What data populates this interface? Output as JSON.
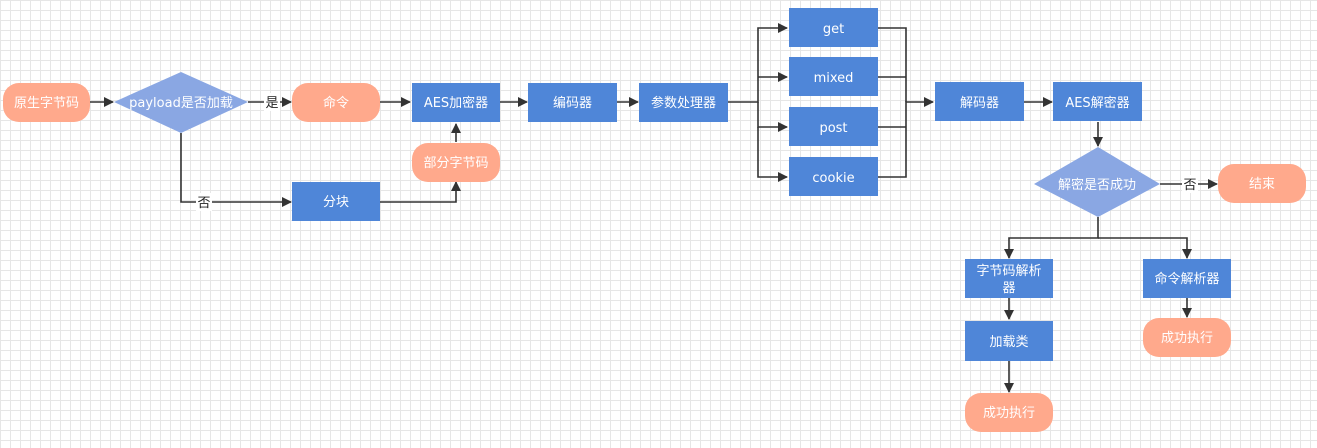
{
  "colors": {
    "process": "#4f86d8",
    "terminal": "#ffa98c",
    "decision": "#8aa7e3",
    "edge": "#333333",
    "text": "#ffffff"
  },
  "nodes": {
    "raw_bytecode": "原生字节码",
    "payload_loaded": "payload是否加载",
    "command": "命令",
    "aes_encryptor": "AES加密器",
    "encoder": "编码器",
    "param_processor": "参数处理器",
    "get": "get",
    "mixed": "mixed",
    "post": "post",
    "cookie": "cookie",
    "decoder": "解码器",
    "aes_decryptor": "AES解密器",
    "decrypt_success": "解密是否成功",
    "end": "结束",
    "chunk": "分块",
    "partial_bytecode": "部分字节码",
    "bytecode_parser_1": "字节码解析",
    "bytecode_parser_2": "器",
    "command_parser": "命令解析器",
    "load_class": "加载类",
    "success_exec_1": "成功执行",
    "success_exec_2": "成功执行"
  },
  "edge_labels": {
    "yes": "是",
    "no_payload": "否",
    "no_decrypt": "否"
  }
}
